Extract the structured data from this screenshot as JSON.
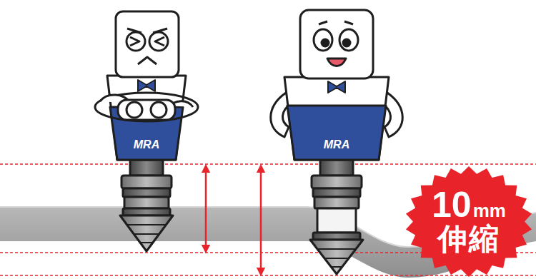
{
  "diagram": {
    "nodes": [
      {
        "text": [
          "10",
          "mm",
          "伸縮"
        ]
      }
    ],
    "labels": [
      "MRA",
      "MRA"
    ]
  }
}
